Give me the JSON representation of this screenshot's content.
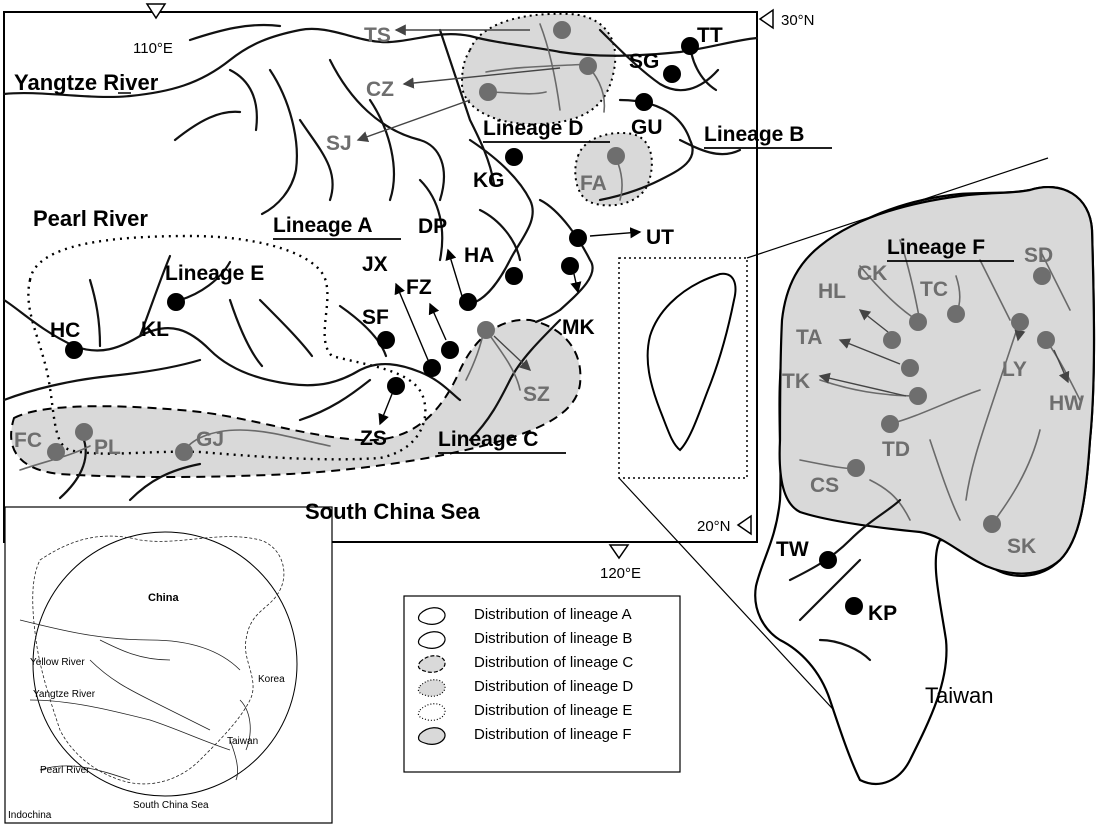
{
  "coordinates": {
    "lat_top": "30°N",
    "lat_bottom": "20°N",
    "lon_left": "110°E",
    "lon_right": "120°E"
  },
  "regions": {
    "yangtze": "Yangtze River",
    "pearl": "Pearl River",
    "south_china_sea": "South China Sea",
    "taiwan": "Taiwan"
  },
  "lineages": {
    "A": "Lineage A",
    "B": "Lineage B",
    "C": "Lineage C",
    "D": "Lineage D",
    "E": "Lineage E",
    "F": "Lineage F"
  },
  "sites_mainland": [
    {
      "code": "TS",
      "lineage": "D"
    },
    {
      "code": "CZ",
      "lineage": "D"
    },
    {
      "code": "SJ",
      "lineage": "D"
    },
    {
      "code": "TT",
      "lineage": "B"
    },
    {
      "code": "SG",
      "lineage": "B"
    },
    {
      "code": "GU",
      "lineage": "B"
    },
    {
      "code": "KG",
      "lineage": "A"
    },
    {
      "code": "FA",
      "lineage": "D"
    },
    {
      "code": "DP",
      "lineage": "A"
    },
    {
      "code": "HA",
      "lineage": "A"
    },
    {
      "code": "UT",
      "lineage": "A"
    },
    {
      "code": "JX",
      "lineage": "A"
    },
    {
      "code": "FZ",
      "lineage": "A"
    },
    {
      "code": "MK",
      "lineage": "A"
    },
    {
      "code": "SF",
      "lineage": "A"
    },
    {
      "code": "ZS",
      "lineage": "A"
    },
    {
      "code": "SZ",
      "lineage": "C"
    },
    {
      "code": "HC",
      "lineage": "E"
    },
    {
      "code": "KL",
      "lineage": "E"
    },
    {
      "code": "FC",
      "lineage": "C"
    },
    {
      "code": "PL",
      "lineage": "C"
    },
    {
      "code": "GJ",
      "lineage": "C"
    }
  ],
  "sites_taiwan": [
    {
      "code": "SD",
      "lineage": "F"
    },
    {
      "code": "CK",
      "lineage": "F"
    },
    {
      "code": "HL",
      "lineage": "F"
    },
    {
      "code": "TC",
      "lineage": "F"
    },
    {
      "code": "TA",
      "lineage": "F"
    },
    {
      "code": "LY",
      "lineage": "F"
    },
    {
      "code": "TK",
      "lineage": "F"
    },
    {
      "code": "HW",
      "lineage": "F"
    },
    {
      "code": "TD",
      "lineage": "F"
    },
    {
      "code": "CS",
      "lineage": "F"
    },
    {
      "code": "SK",
      "lineage": "F"
    },
    {
      "code": "TW",
      "lineage": "other"
    },
    {
      "code": "KP",
      "lineage": "other"
    }
  ],
  "inset": {
    "china": "China",
    "yellow_river": "Yellow River",
    "yangtze_river": "Yangtze River",
    "korea": "Korea",
    "taiwan": "Taiwan",
    "pearl_river": "Pearl River",
    "south_china_sea": "South China Sea",
    "indochina": "Indochina"
  },
  "legend": [
    {
      "label": "Distribution of lineage A",
      "style": "solid-white"
    },
    {
      "label": "Distribution of lineage B",
      "style": "solid-white"
    },
    {
      "label": "Distribution of lineage C",
      "style": "dashed-grey"
    },
    {
      "label": "Distribution of lineage D",
      "style": "dotted-grey"
    },
    {
      "label": "Distribution of lineage E",
      "style": "dotted-white"
    },
    {
      "label": "Distribution of lineage F",
      "style": "solid-grey"
    }
  ],
  "colors": {
    "lineage_fill": "#d9d9d9",
    "grey_dot": "#6e6e6e",
    "black_dot": "#000000",
    "grey_label": "#6e6e6e"
  }
}
